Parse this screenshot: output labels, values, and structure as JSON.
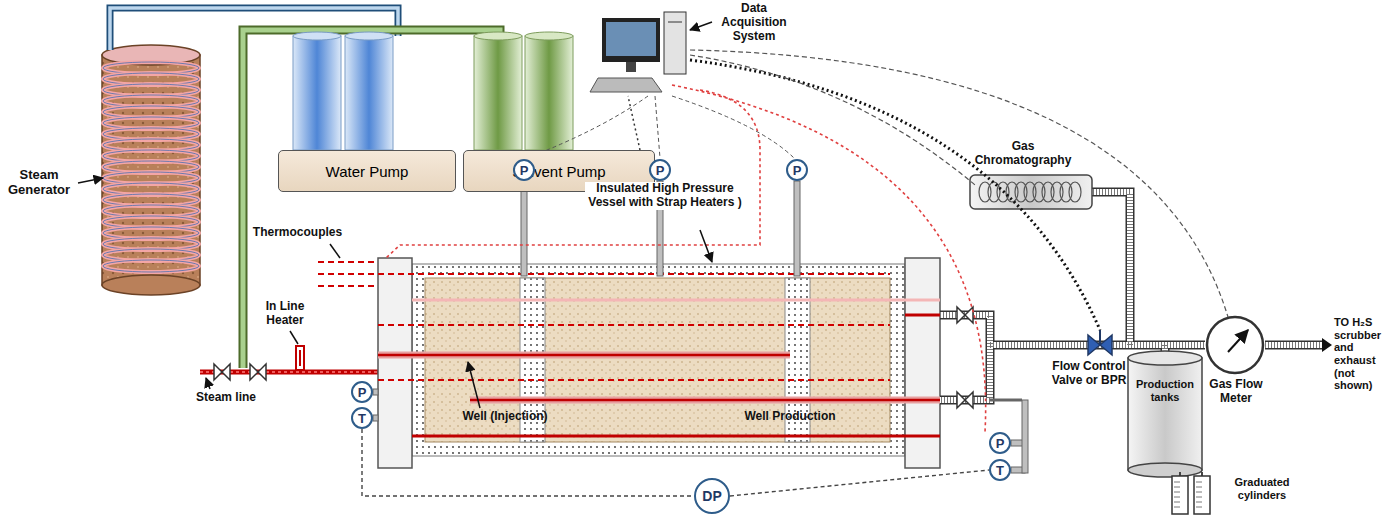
{
  "diagram": {
    "nodes": [
      {
        "text": [
          "Water Pump"
        ]
      },
      {
        "text": [
          "Solvent Pump"
        ]
      },
      {
        "text": [
          "P"
        ]
      },
      {
        "text": [
          "P"
        ]
      },
      {
        "text": [
          "P"
        ]
      },
      {
        "text": [
          "P"
        ]
      },
      {
        "text": [
          "T"
        ]
      },
      {
        "text": [
          "P"
        ]
      },
      {
        "text": [
          "T"
        ]
      },
      {
        "text": [
          "DP"
        ]
      }
    ],
    "edges": [
      {
        "from": 6,
        "to": 9,
        "arrow": "none"
      },
      {
        "from": 9,
        "to": 8,
        "arrow": "none"
      }
    ],
    "labels": [
      "Data Acquisition System",
      "Steam Generator",
      "Thermocouples",
      "In Line Heater",
      "Steam line",
      "Insulated High Pressure Vessel with Strap Heaters )",
      "Gas Chromatography",
      "Well (Injection)",
      "Well Production",
      "Flow Control Valve or BPR",
      "Production tanks",
      "Graduated cylinders",
      "Gas Flow Meter",
      "TO H₂S scrubber and exhaust (not shown)"
    ]
  }
}
